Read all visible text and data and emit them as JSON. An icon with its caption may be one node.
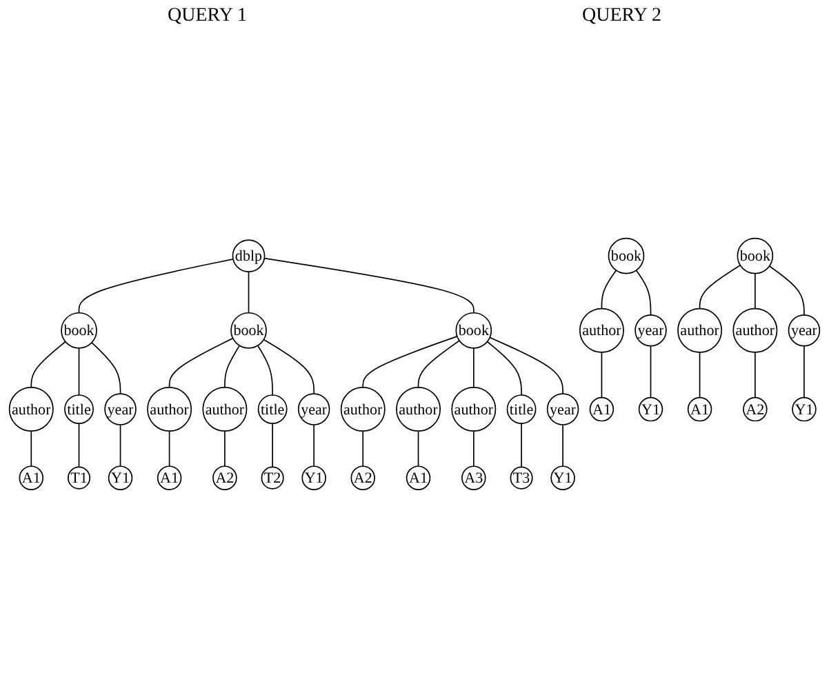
{
  "diagram": {
    "nodes": [
      {
        "text": [
          "dblp"
        ]
      },
      {
        "text": [
          "book"
        ]
      },
      {
        "text": [
          "author"
        ]
      },
      {
        "text": [
          "A1"
        ]
      },
      {
        "text": [
          "title"
        ]
      },
      {
        "text": [
          "T1"
        ]
      },
      {
        "text": [
          "year"
        ]
      },
      {
        "text": [
          "Y1"
        ]
      },
      {
        "text": [
          "book"
        ]
      },
      {
        "text": [
          "author"
        ]
      },
      {
        "text": [
          "A1"
        ]
      },
      {
        "text": [
          "author"
        ]
      },
      {
        "text": [
          "A2"
        ]
      },
      {
        "text": [
          "title"
        ]
      },
      {
        "text": [
          "T2"
        ]
      },
      {
        "text": [
          "year"
        ]
      },
      {
        "text": [
          "Y1"
        ]
      },
      {
        "text": [
          "book"
        ]
      },
      {
        "text": [
          "author"
        ]
      },
      {
        "text": [
          "A2"
        ]
      },
      {
        "text": [
          "author"
        ]
      },
      {
        "text": [
          "A1"
        ]
      },
      {
        "text": [
          "author"
        ]
      },
      {
        "text": [
          "A3"
        ]
      },
      {
        "text": [
          "title"
        ]
      },
      {
        "text": [
          "T3"
        ]
      },
      {
        "text": [
          "year"
        ]
      },
      {
        "text": [
          "Y1"
        ]
      },
      {
        "text": [
          "book"
        ]
      },
      {
        "text": [
          "author"
        ]
      },
      {
        "text": [
          "A1"
        ]
      },
      {
        "text": [
          "year"
        ]
      },
      {
        "text": [
          "Y1"
        ]
      },
      {
        "text": [
          "book"
        ]
      },
      {
        "text": [
          "author"
        ]
      },
      {
        "text": [
          "A1"
        ]
      },
      {
        "text": [
          "author"
        ]
      },
      {
        "text": [
          "A2"
        ]
      },
      {
        "text": [
          "year"
        ]
      },
      {
        "text": [
          "Y1"
        ]
      }
    ],
    "edges": [
      {
        "from": 0,
        "to": 1,
        "arrow": "none"
      },
      {
        "from": 1,
        "to": 2,
        "arrow": "none"
      },
      {
        "from": 2,
        "to": 3,
        "arrow": "none"
      },
      {
        "from": 1,
        "to": 4,
        "arrow": "none"
      },
      {
        "from": 4,
        "to": 5,
        "arrow": "none"
      },
      {
        "from": 1,
        "to": 6,
        "arrow": "none"
      },
      {
        "from": 6,
        "to": 7,
        "arrow": "none"
      },
      {
        "from": 0,
        "to": 8,
        "arrow": "none"
      },
      {
        "from": 8,
        "to": 9,
        "arrow": "none"
      },
      {
        "from": 9,
        "to": 10,
        "arrow": "none"
      },
      {
        "from": 8,
        "to": 11,
        "arrow": "none"
      },
      {
        "from": 11,
        "to": 12,
        "arrow": "none"
      },
      {
        "from": 8,
        "to": 13,
        "arrow": "none"
      },
      {
        "from": 13,
        "to": 14,
        "arrow": "none"
      },
      {
        "from": 8,
        "to": 15,
        "arrow": "none"
      },
      {
        "from": 15,
        "to": 16,
        "arrow": "none"
      },
      {
        "from": 0,
        "to": 17,
        "arrow": "none"
      },
      {
        "from": 17,
        "to": 18,
        "arrow": "none"
      },
      {
        "from": 18,
        "to": 19,
        "arrow": "none"
      },
      {
        "from": 17,
        "to": 20,
        "arrow": "none"
      },
      {
        "from": 20,
        "to": 21,
        "arrow": "none"
      },
      {
        "from": 17,
        "to": 22,
        "arrow": "none"
      },
      {
        "from": 22,
        "to": 23,
        "arrow": "none"
      },
      {
        "from": 17,
        "to": 24,
        "arrow": "none"
      },
      {
        "from": 24,
        "to": 25,
        "arrow": "none"
      },
      {
        "from": 17,
        "to": 26,
        "arrow": "none"
      },
      {
        "from": 26,
        "to": 27,
        "arrow": "none"
      },
      {
        "from": 28,
        "to": 29,
        "arrow": "none"
      },
      {
        "from": 29,
        "to": 30,
        "arrow": "none"
      },
      {
        "from": 28,
        "to": 31,
        "arrow": "none"
      },
      {
        "from": 31,
        "to": 32,
        "arrow": "none"
      },
      {
        "from": 33,
        "to": 34,
        "arrow": "none"
      },
      {
        "from": 34,
        "to": 35,
        "arrow": "none"
      },
      {
        "from": 33,
        "to": 36,
        "arrow": "none"
      },
      {
        "from": 36,
        "to": 37,
        "arrow": "none"
      },
      {
        "from": 33,
        "to": 38,
        "arrow": "none"
      },
      {
        "from": 38,
        "to": 39,
        "arrow": "none"
      }
    ],
    "labels": [
      "QUERY 1",
      "QUERY 2"
    ]
  }
}
